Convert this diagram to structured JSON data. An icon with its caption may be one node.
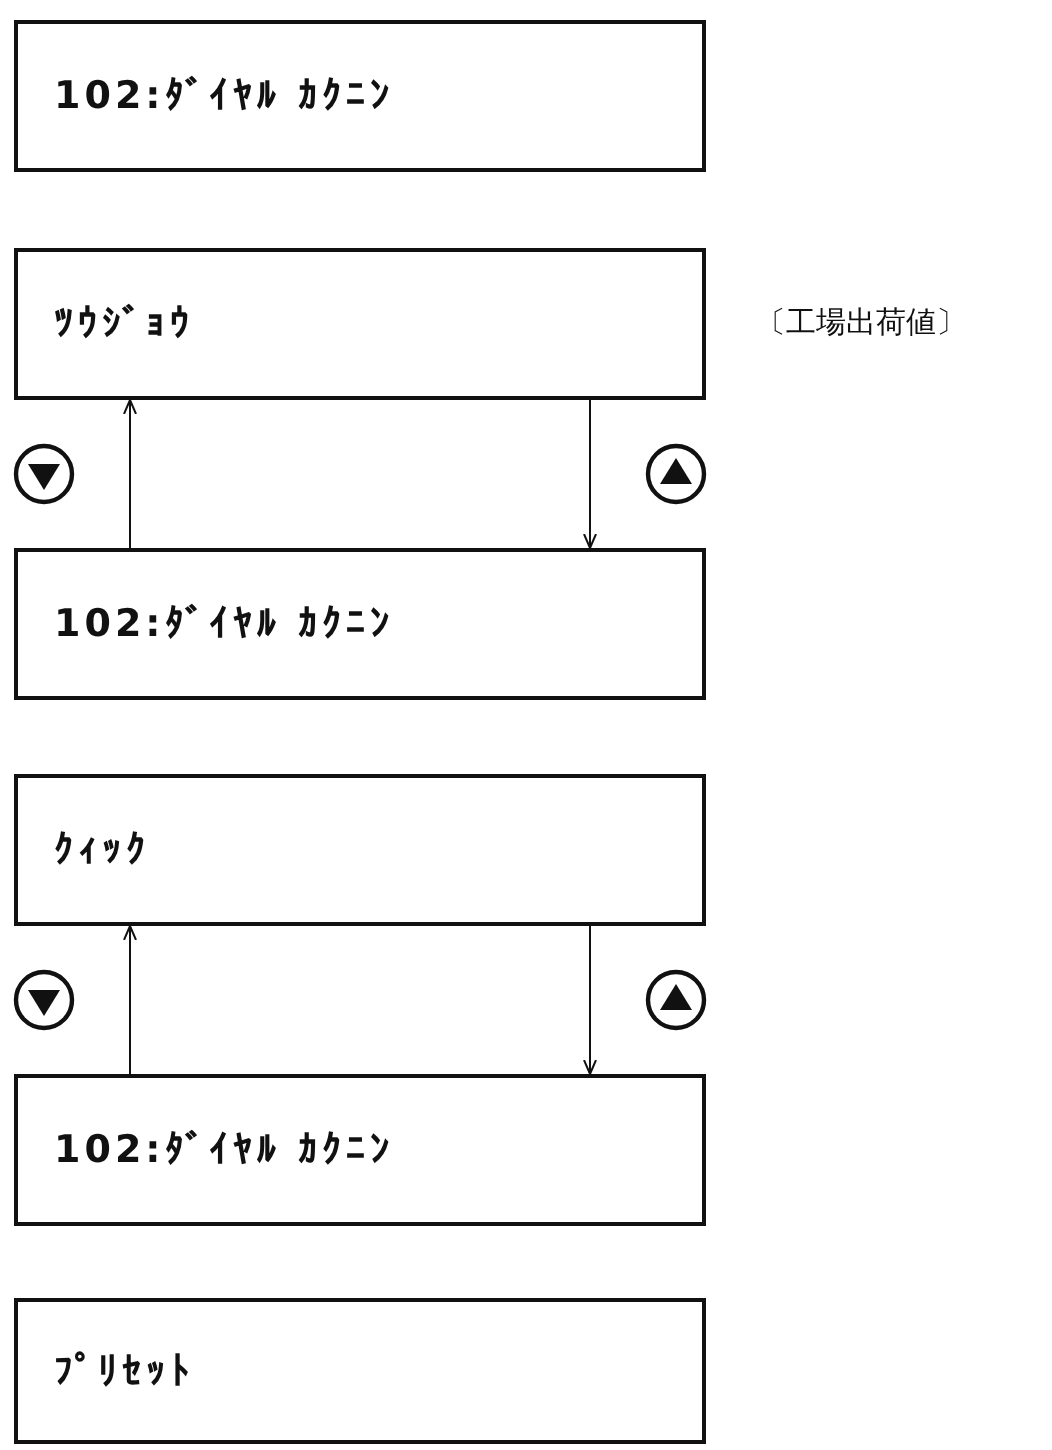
{
  "diagram": {
    "nodes": [
      {
        "text": [
          "102:ﾀﾞｲﾔﾙ ｶｸﾆﾝ"
        ]
      },
      {
        "text": [
          "ﾂｳｼﾞｮｳ"
        ],
        "beside": [
          "〔工場出荷値〕"
        ]
      },
      {
        "text": [
          "102:ﾀﾞｲﾔﾙ ｶｸﾆﾝ"
        ]
      },
      {
        "text": [
          "ｸｨｯｸ"
        ]
      },
      {
        "text": [
          "102:ﾀﾞｲﾔﾙ ｶｸﾆﾝ"
        ]
      },
      {
        "text": [
          "ﾌﾟﾘｾｯﾄ"
        ]
      }
    ],
    "edges": [
      {
        "from": 2,
        "to": 1,
        "arrow": "to"
      },
      {
        "from": 1,
        "to": 2,
        "arrow": "to"
      },
      {
        "from": 4,
        "to": 3,
        "arrow": "to"
      },
      {
        "from": 3,
        "to": 4,
        "arrow": "to"
      }
    ]
  }
}
